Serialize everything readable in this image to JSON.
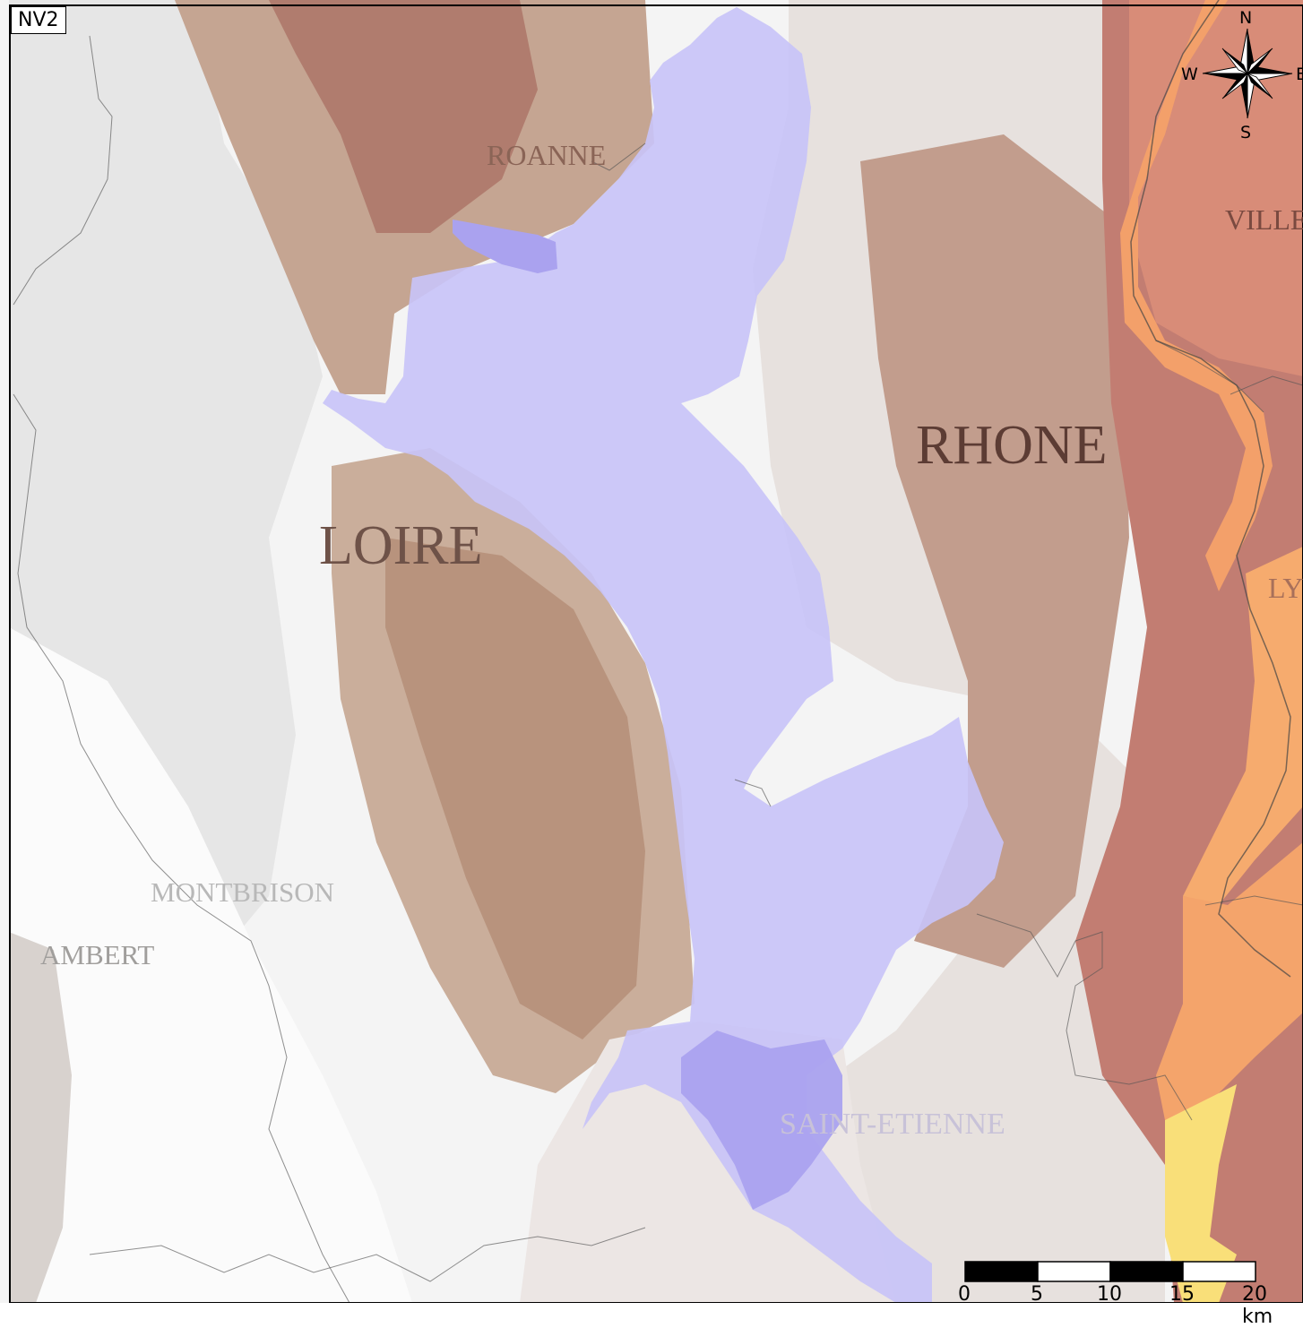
{
  "map": {
    "id_label": "NV2",
    "place_labels": {
      "roanne": "ROANNE",
      "ville": "VILLE",
      "rhone": "RHONE",
      "loire": "LOIRE",
      "lyon": "LY",
      "montbrison": "MONTBRISON",
      "ambert": "AMBERT",
      "saint_etienne": "SAINT-ETIENNE"
    },
    "compass": {
      "north": "N",
      "south": "S",
      "west": "W",
      "east": "E"
    },
    "scale_bar": {
      "ticks": [
        "0",
        "5",
        "10",
        "15",
        "20 km"
      ]
    },
    "colors": {
      "highlight_region": "#c8c3f7",
      "highlight_region_dark": "#a9a2ef",
      "elevation_low": "#ffffff",
      "elevation_mid": "#c9ab98",
      "elevation_high": "#b0857a",
      "valley_orange": "#f5a46a",
      "valley_yellow": "#fbe27a"
    }
  }
}
